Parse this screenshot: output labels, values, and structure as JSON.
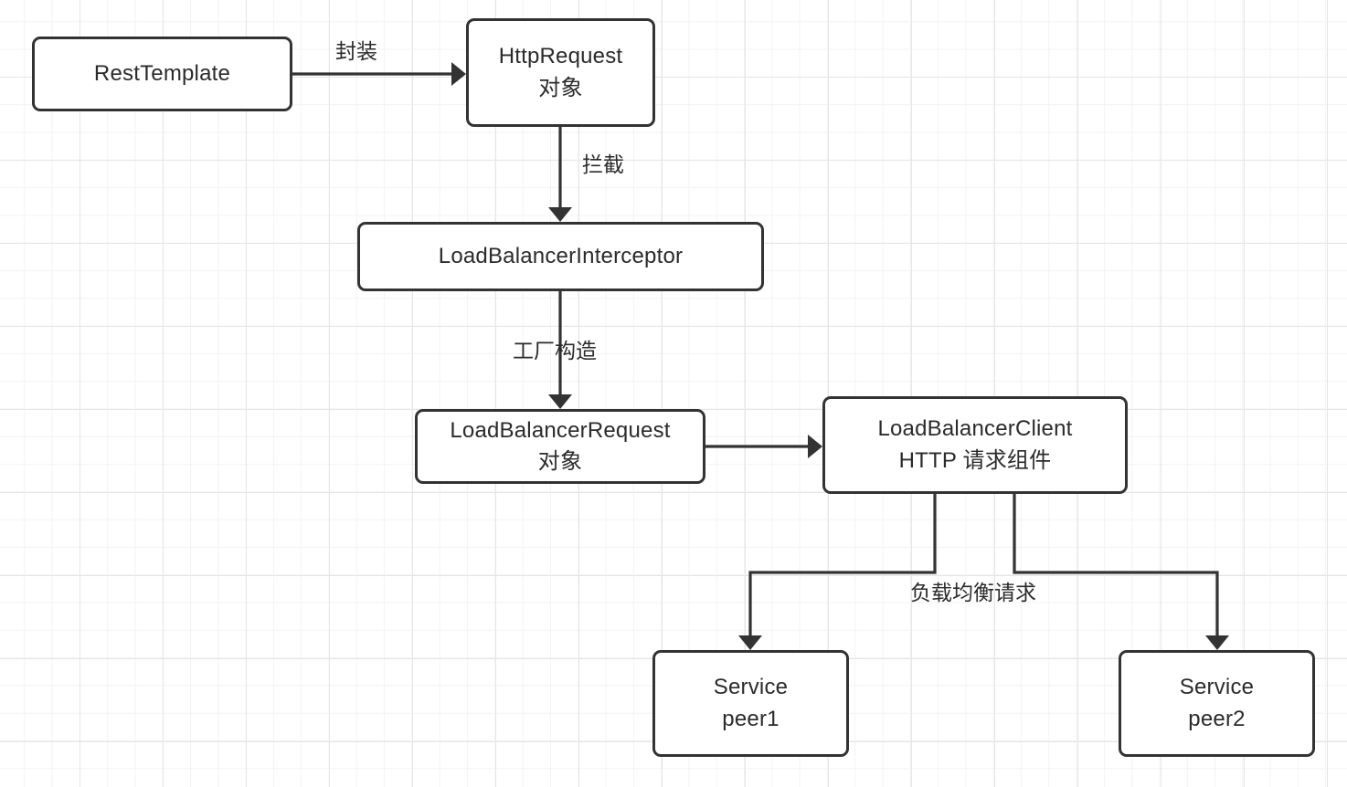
{
  "diagram": {
    "title": "RestTemplate LoadBalancer request flow",
    "type": "flowchart",
    "background": "#ffffff",
    "grid_color": "#e6e6e6",
    "node_border_color": "#333333",
    "text_color": "#2b2b2b",
    "nodes": [
      {
        "id": "rest-template",
        "label_line1": "RestTemplate",
        "label_line2": ""
      },
      {
        "id": "http-request",
        "label_line1": "HttpRequest",
        "label_line2": "对象"
      },
      {
        "id": "load-balancer-interceptor",
        "label_line1": "LoadBalancerInterceptor",
        "label_line2": ""
      },
      {
        "id": "load-balancer-request",
        "label_line1": "LoadBalancerRequest",
        "label_line2": "对象"
      },
      {
        "id": "load-balancer-client",
        "label_line1": "LoadBalancerClient",
        "label_line2": "HTTP 请求组件"
      },
      {
        "id": "service-peer1",
        "label_line1": "Service",
        "label_line2": "peer1"
      },
      {
        "id": "service-peer2",
        "label_line1": "Service",
        "label_line2": "peer2"
      }
    ],
    "edges": [
      {
        "id": "rest-template-to-http-request",
        "label": "封装",
        "from": "rest-template",
        "to": "http-request"
      },
      {
        "id": "http-request-to-interceptor",
        "label": "拦截",
        "from": "http-request",
        "to": "load-balancer-interceptor"
      },
      {
        "id": "interceptor-to-lb-request",
        "label": "工厂构造",
        "from": "load-balancer-interceptor",
        "to": "load-balancer-request"
      },
      {
        "id": "lb-request-to-lb-client",
        "label": "",
        "from": "load-balancer-request",
        "to": "load-balancer-client"
      },
      {
        "id": "lb-client-to-peers",
        "label": "负载均衡请求",
        "from": "load-balancer-client",
        "to": "service-peer1, service-peer2"
      }
    ]
  }
}
